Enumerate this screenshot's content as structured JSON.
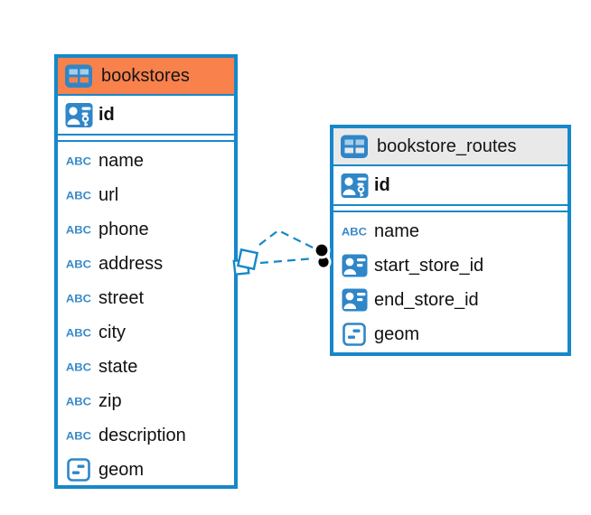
{
  "canvas": {
    "background": "#ffffff",
    "accent": "#1688c9"
  },
  "icons": {
    "text_type_label": "ABC"
  },
  "tables": [
    {
      "name": "bookstores",
      "header_color": "#f8814c",
      "key_columns": [
        {
          "name": "id",
          "type_icon": "primary-key"
        }
      ],
      "columns": [
        {
          "name": "name",
          "type_icon": "text"
        },
        {
          "name": "url",
          "type_icon": "text"
        },
        {
          "name": "phone",
          "type_icon": "text"
        },
        {
          "name": "address",
          "type_icon": "text"
        },
        {
          "name": "street",
          "type_icon": "text"
        },
        {
          "name": "city",
          "type_icon": "text"
        },
        {
          "name": "state",
          "type_icon": "text"
        },
        {
          "name": "zip",
          "type_icon": "text"
        },
        {
          "name": "description",
          "type_icon": "text"
        },
        {
          "name": "geom",
          "type_icon": "geometry"
        }
      ]
    },
    {
      "name": "bookstore_routes",
      "header_color": "#e9e9e9",
      "key_columns": [
        {
          "name": "id",
          "type_icon": "primary-key"
        }
      ],
      "columns": [
        {
          "name": "name",
          "type_icon": "text"
        },
        {
          "name": "start_store_id",
          "type_icon": "reference"
        },
        {
          "name": "end_store_id",
          "type_icon": "reference"
        },
        {
          "name": "geom",
          "type_icon": "geometry"
        }
      ]
    }
  ],
  "relationships": [
    {
      "from_table": "bookstore_routes",
      "from_column": "start_store_id",
      "to_table": "bookstores",
      "to_column": "id",
      "line_style": "dashed"
    },
    {
      "from_table": "bookstore_routes",
      "from_column": "end_store_id",
      "to_table": "bookstores",
      "to_column": "id",
      "line_style": "dashed"
    }
  ]
}
